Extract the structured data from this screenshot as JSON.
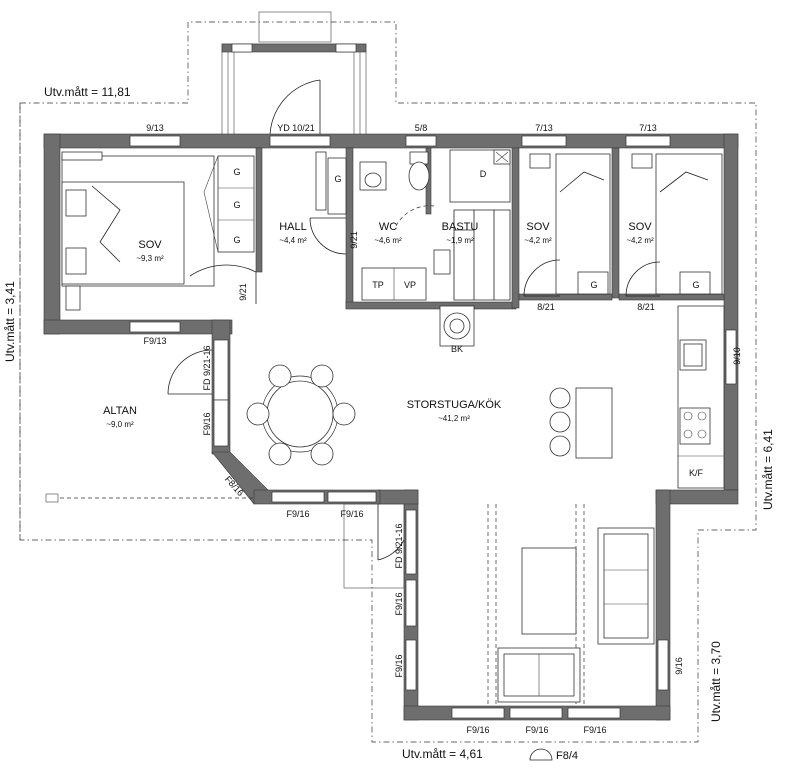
{
  "rooms": [
    {
      "id": "sov1",
      "name": "SOV",
      "area": "~9,3 m²"
    },
    {
      "id": "hall",
      "name": "HALL",
      "area": "~4,4 m²"
    },
    {
      "id": "wc",
      "name": "WC",
      "area": "~4,6 m²"
    },
    {
      "id": "bastu",
      "name": "BASTU",
      "area": "~1,9 m²"
    },
    {
      "id": "sov2",
      "name": "SOV",
      "area": "~4,2 m²"
    },
    {
      "id": "sov3",
      "name": "SOV",
      "area": "~4,2 m²"
    },
    {
      "id": "storstuga",
      "name": "STORSTUGA/KÖK",
      "area": "~41,2 m²"
    },
    {
      "id": "altan",
      "name": "ALTAN",
      "area": "~9,0 m²"
    }
  ],
  "openings": {
    "w_sov1_top": "9/13",
    "door_entry": "YD 10/21",
    "w_wc_top": "5/8",
    "w_sov2_top": "7/13",
    "w_sov3_top": "7/13",
    "door_sov1": "9/21",
    "door_wc": "9/21",
    "door_sov2": "8/21",
    "door_sov3": "8/21",
    "w_altan": "F9/13",
    "door_fd1": "FD 9/21-16",
    "w_f916_a": "F9/16",
    "w_f816": "F8/16",
    "w_f916_b": "F9/16",
    "w_f916_c": "F9/16",
    "door_fd2": "FD 9/21-16",
    "w_f916_d": "F9/16",
    "w_f916_e": "F9/16",
    "w_910": "9/10",
    "w_916": "9/16",
    "w_bot1": "F9/16",
    "w_bot2": "F9/16",
    "w_bot3": "F9/16"
  },
  "fixtures": {
    "g": "G",
    "d": "D",
    "tp": "TP",
    "vp": "VP",
    "bk": "BK",
    "kf": "K/F"
  },
  "dimensions": {
    "top": "Utv.mått = 11,81",
    "left": "Utv.mått = 3,41",
    "right": "Utv.mått = 6,41",
    "right_lower": "Utv.mått = 3,70",
    "bottom": "Utv.mått = 4,61"
  },
  "legend": {
    "label": "F8/4"
  }
}
